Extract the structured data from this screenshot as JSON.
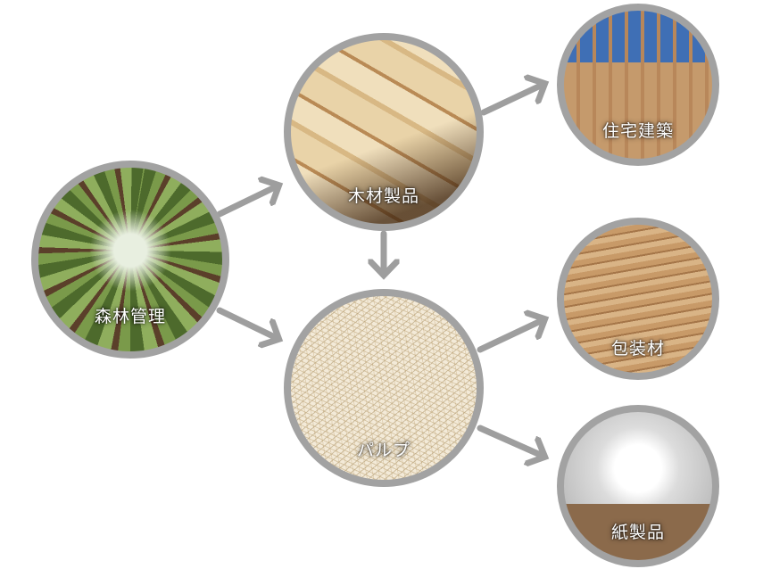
{
  "nodes": {
    "forest": {
      "label": "森林管理"
    },
    "lumber": {
      "label": "木材製品"
    },
    "pulp": {
      "label": "パルプ"
    },
    "house": {
      "label": "住宅建築"
    },
    "packaging": {
      "label": "包装材"
    },
    "paper": {
      "label": "紙製品"
    }
  },
  "colors": {
    "ring": "#a2a2a2",
    "arrow": "#9e9e9e",
    "label": "#ffffff"
  }
}
